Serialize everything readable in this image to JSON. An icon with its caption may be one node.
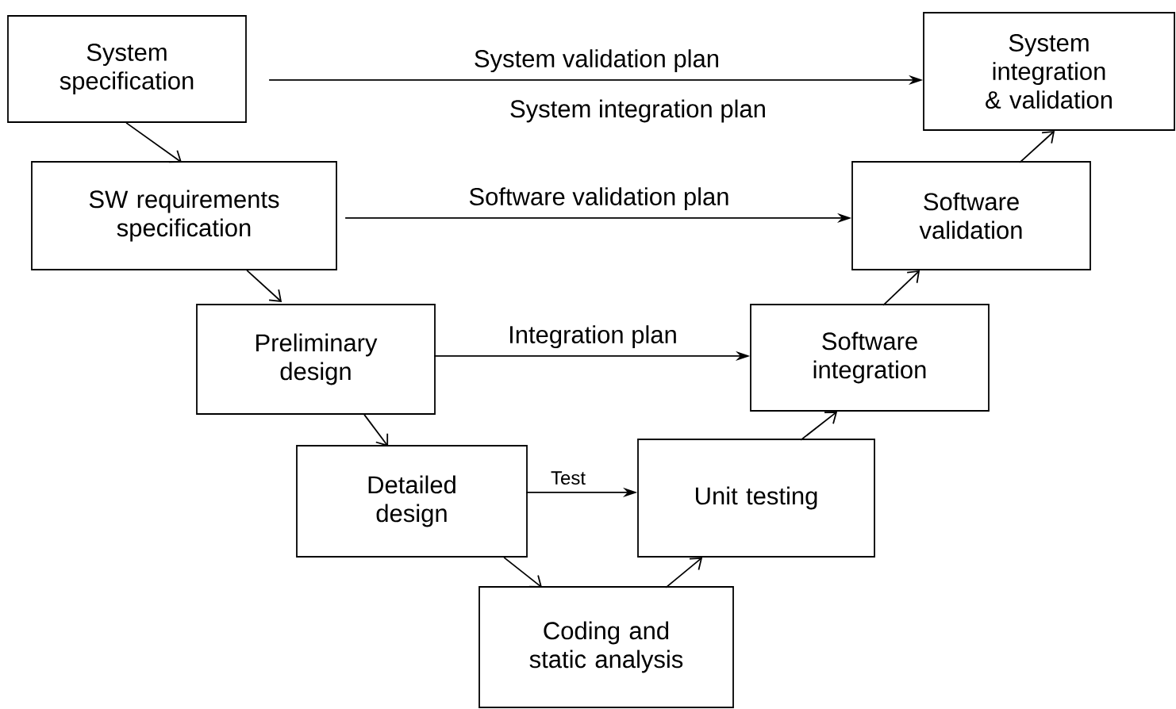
{
  "diagram": {
    "nodes": [
      {
        "text": [
          "System specification"
        ]
      },
      {
        "text": [
          "SW requirements specification"
        ]
      },
      {
        "text": [
          "Preliminary design"
        ]
      },
      {
        "text": [
          "Detailed design"
        ]
      },
      {
        "text": [
          "Coding and static analysis"
        ]
      },
      {
        "text": [
          "Unit testing"
        ]
      },
      {
        "text": [
          "Software integration"
        ]
      },
      {
        "text": [
          "Software validation"
        ]
      },
      {
        "text": [
          "System integration & validation"
        ]
      }
    ],
    "edges": [
      {
        "from": 0,
        "to": 1,
        "arrow": "to"
      },
      {
        "from": 1,
        "to": 2,
        "arrow": "to"
      },
      {
        "from": 2,
        "to": 3,
        "arrow": "to"
      },
      {
        "from": 3,
        "to": 4,
        "arrow": "to"
      },
      {
        "from": 4,
        "to": 5,
        "arrow": "to"
      },
      {
        "from": 5,
        "to": 6,
        "arrow": "to"
      },
      {
        "from": 6,
        "to": 7,
        "arrow": "to"
      },
      {
        "from": 7,
        "to": 8,
        "arrow": "to"
      },
      {
        "from": 0,
        "to": 8,
        "arrow": "to",
        "label": "System validation plan"
      },
      {
        "from": 1,
        "to": 7,
        "arrow": "to",
        "label": "Software validation plan"
      },
      {
        "from": 2,
        "to": 6,
        "arrow": "to",
        "label": "Integration plan"
      },
      {
        "from": 3,
        "to": 5,
        "arrow": "to",
        "label": "Test"
      }
    ],
    "labels": [
      "System integration plan"
    ]
  }
}
